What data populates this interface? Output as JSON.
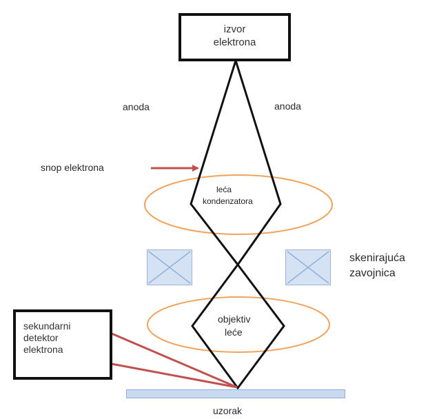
{
  "source": {
    "line1": "izvor",
    "line2": "elektrona"
  },
  "anode_left": "anoda",
  "anode_right": "anoda",
  "beam": "snop elektrona",
  "condenser": {
    "line1": "leća",
    "line2": "kondenzatora"
  },
  "scan_coil": {
    "line1": "skenirajuća",
    "line2": "zavojnica"
  },
  "objective": {
    "line1": "objektiv",
    "line2": "leće"
  },
  "detector": {
    "line1": "sekundarni",
    "line2": "detektor",
    "line3": "elektrona"
  },
  "sample": "uzorak",
  "colors": {
    "beam_path": "#111111",
    "lens": "#f0a25a",
    "arrow": "#c0504d",
    "detector_lines": "#c0504d",
    "coil_fill": "#d4e2f4",
    "sample_fill": "#c9daf0"
  }
}
